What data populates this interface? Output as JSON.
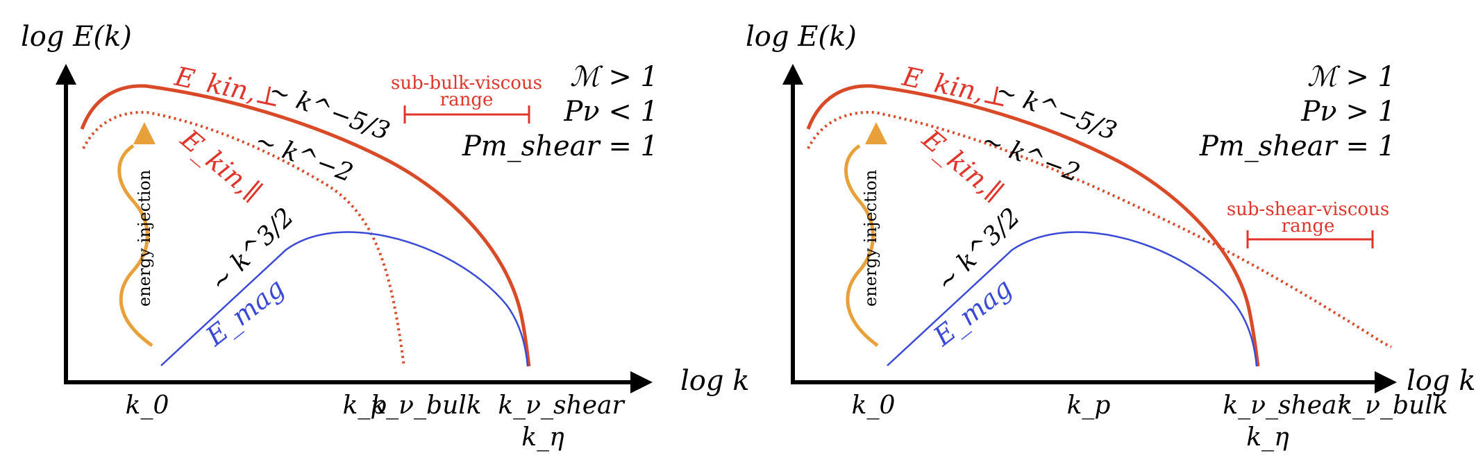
{
  "colors": {
    "kin": "#d84a28",
    "mag": "#3a4ad6",
    "injection": "#e8a13a",
    "label_red": "#e0352a",
    "axis": "#000000"
  },
  "panels": [
    {
      "y_axis_label": "log E(k)",
      "x_axis_label": "log k",
      "params": [
        "ℳ > 1",
        "Pν < 1",
        "Pm_shear = 1"
      ],
      "range_label": [
        "sub-bulk-viscous",
        "range"
      ],
      "curves": {
        "e_kin_perp": "E_kin,⊥",
        "e_kin_par": "E_kin,∥",
        "e_mag": "E_mag"
      },
      "slopes": {
        "perp": "∼ k^−5/3",
        "par": "∼ k^−2",
        "mag": "∼ k^3/2"
      },
      "injection_label": "energy injection",
      "ticks": {
        "k0": "k_0",
        "kp": "k_p",
        "k_nu_bulk": "k_ν_bulk",
        "k_nu_shear": "k_ν_shear",
        "k_eta": "k_η"
      }
    },
    {
      "y_axis_label": "log E(k)",
      "x_axis_label": "log k",
      "params": [
        "ℳ > 1",
        "Pν > 1",
        "Pm_shear = 1"
      ],
      "range_label": [
        "sub-shear-viscous",
        "range"
      ],
      "curves": {
        "e_kin_perp": "E_kin,⊥",
        "e_kin_par": "E_kin,∥",
        "e_mag": "E_mag"
      },
      "slopes": {
        "perp": "∼ k^−5/3",
        "par": "∼ k^−2",
        "mag": "∼ k^3/2"
      },
      "injection_label": "energy injection",
      "ticks": {
        "k0": "k_0",
        "kp": "k_p",
        "k_nu_shear": "k_ν_shear",
        "k_eta": "k_η",
        "k_nu_bulk": "k_ν_bulk"
      }
    }
  ]
}
